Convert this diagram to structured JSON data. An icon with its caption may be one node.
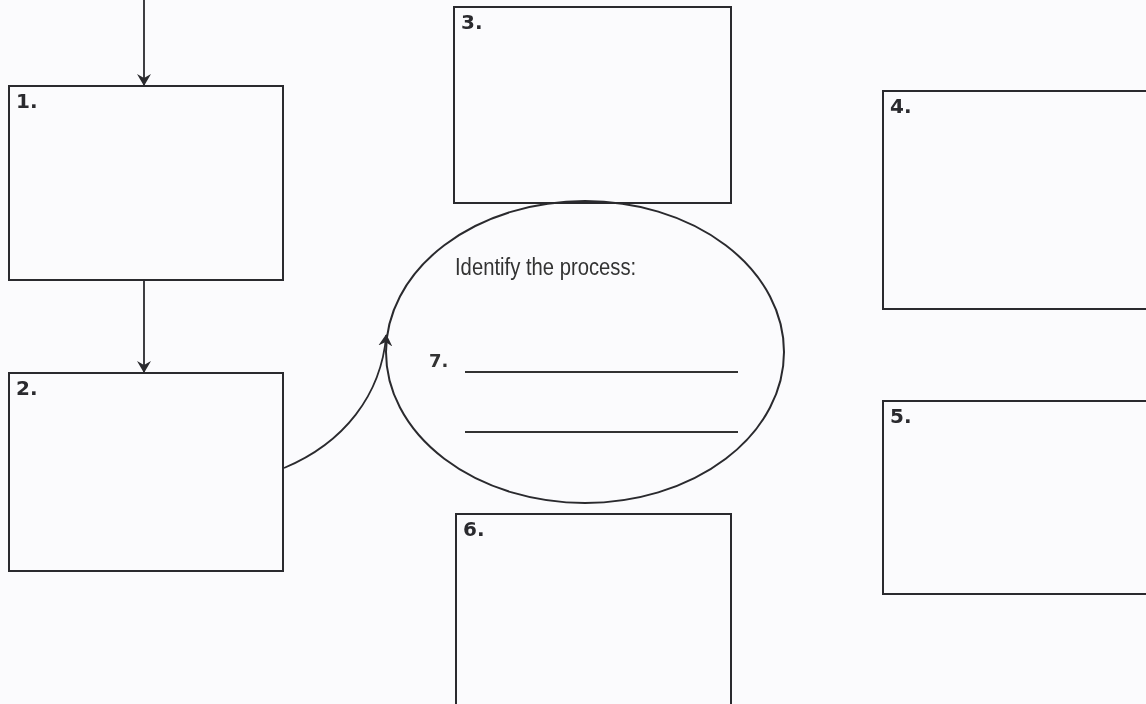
{
  "diagram": {
    "nodes": [
      {
        "text": [
          "1."
        ]
      },
      {
        "text": [
          "2."
        ]
      },
      {
        "text": [
          "3."
        ]
      },
      {
        "text": [
          "Identify the process:",
          "7."
        ]
      },
      {
        "text": [
          "4."
        ]
      },
      {
        "text": [
          "5."
        ]
      },
      {
        "text": [
          "6."
        ]
      }
    ],
    "edges": [
      {
        "from": null,
        "to": 0,
        "arrow": "to"
      },
      {
        "from": 0,
        "to": 1,
        "arrow": "to"
      },
      {
        "from": 1,
        "to": 3,
        "arrow": "to"
      }
    ]
  }
}
